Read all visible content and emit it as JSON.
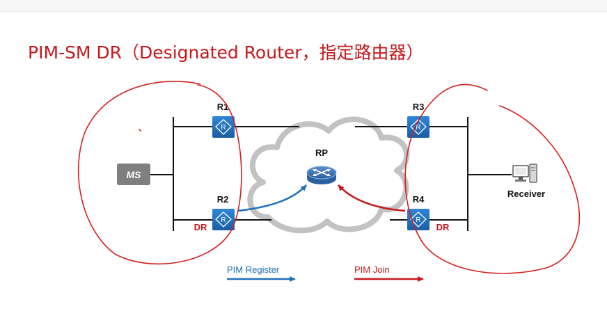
{
  "slide": {
    "title": "PIM-SM DR（Designated Router，指定路由器）"
  },
  "diagram": {
    "nodes": {
      "r1": "R1",
      "r2": "R2",
      "r3": "R3",
      "r4": "R4",
      "rp": "RP",
      "ms": "MS",
      "receiver": "Receiver"
    },
    "dr_left": "DR",
    "dr_right": "DR"
  },
  "legend": {
    "register": "PIM Register",
    "join": "PIM Join"
  },
  "colors": {
    "title": "#c8171c",
    "register_arrow": "#1f6fba",
    "join_arrow": "#c8171c",
    "annotation": "#d61f1f",
    "router": "#1e6bb8",
    "ms_box": "#7f7f7f"
  },
  "icons": [
    "router-icon",
    "rp-router-icon",
    "computer-icon",
    "cloud-shape"
  ]
}
